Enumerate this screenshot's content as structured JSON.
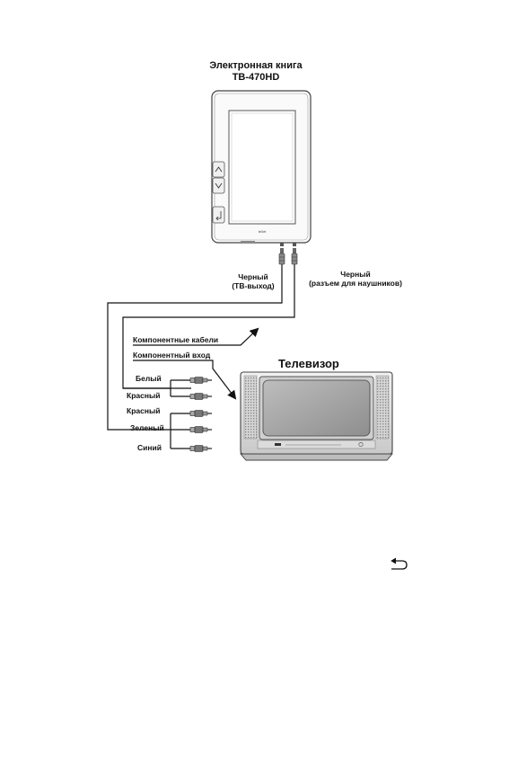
{
  "device": {
    "title_line1": "Электронная книга",
    "title_line2": "TB-470HD",
    "brand": "teXet"
  },
  "cables": {
    "black_tv_out_line1": "Черный",
    "black_tv_out_line2": "(ТВ-выход)",
    "black_headphone_line1": "Черный",
    "black_headphone_line2": "(разъем для наушников)",
    "component_cables": "Компонентные кабели",
    "component_input": "Компонентный вход"
  },
  "plugs": {
    "white": "Белый",
    "red_1": "Красный",
    "red_2": "Красный",
    "green": "Зеленый",
    "blue": "Синий"
  },
  "tv": {
    "title": "Телевизор"
  },
  "icons": {
    "return": "return-arrow-icon"
  }
}
